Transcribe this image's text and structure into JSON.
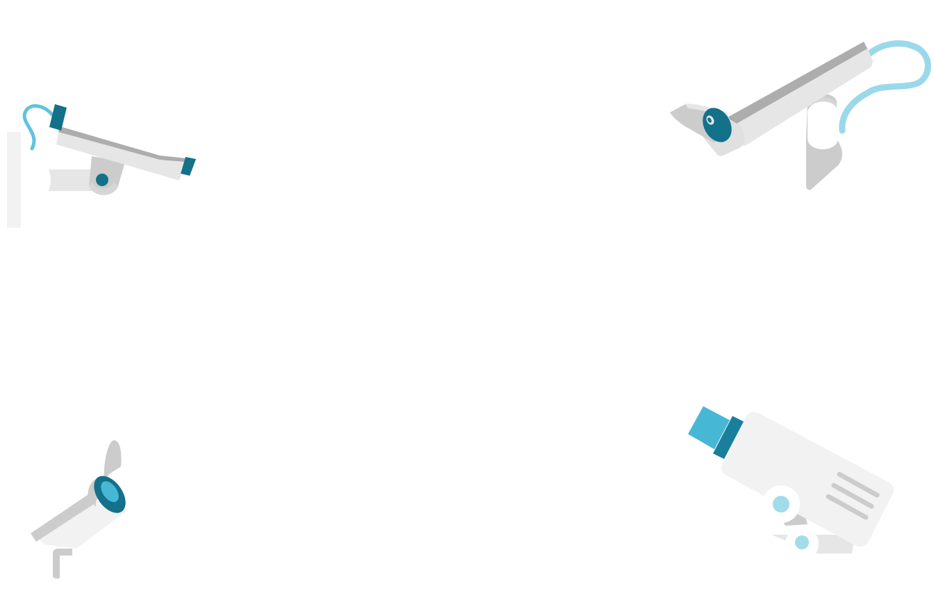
{
  "palette": {
    "background": "#ffffff",
    "body_light": "#f2f2f2",
    "body_mid": "#e6e6e6",
    "shade": "#cccccc",
    "shade_dark": "#adadad",
    "teal_dark": "#13718a",
    "teal": "#1a7f9a",
    "cyan": "#46b8d6",
    "cable": "#5fc3df",
    "cable_light": "#9ad9ea",
    "dot_light": "#a2dbe9"
  },
  "illustrations": [
    {
      "id": "cam-tl",
      "icon": "security-camera-icon"
    },
    {
      "id": "cam-tr",
      "icon": "security-camera-icon"
    },
    {
      "id": "cam-bl",
      "icon": "security-camera-icon"
    },
    {
      "id": "cam-br",
      "icon": "security-camera-icon"
    }
  ]
}
